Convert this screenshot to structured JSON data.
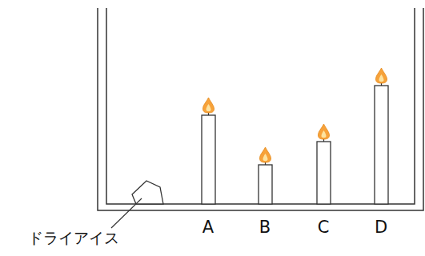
{
  "diagram": {
    "labels": [
      "ドライアイス",
      "A",
      "B",
      "C",
      "D"
    ]
  }
}
